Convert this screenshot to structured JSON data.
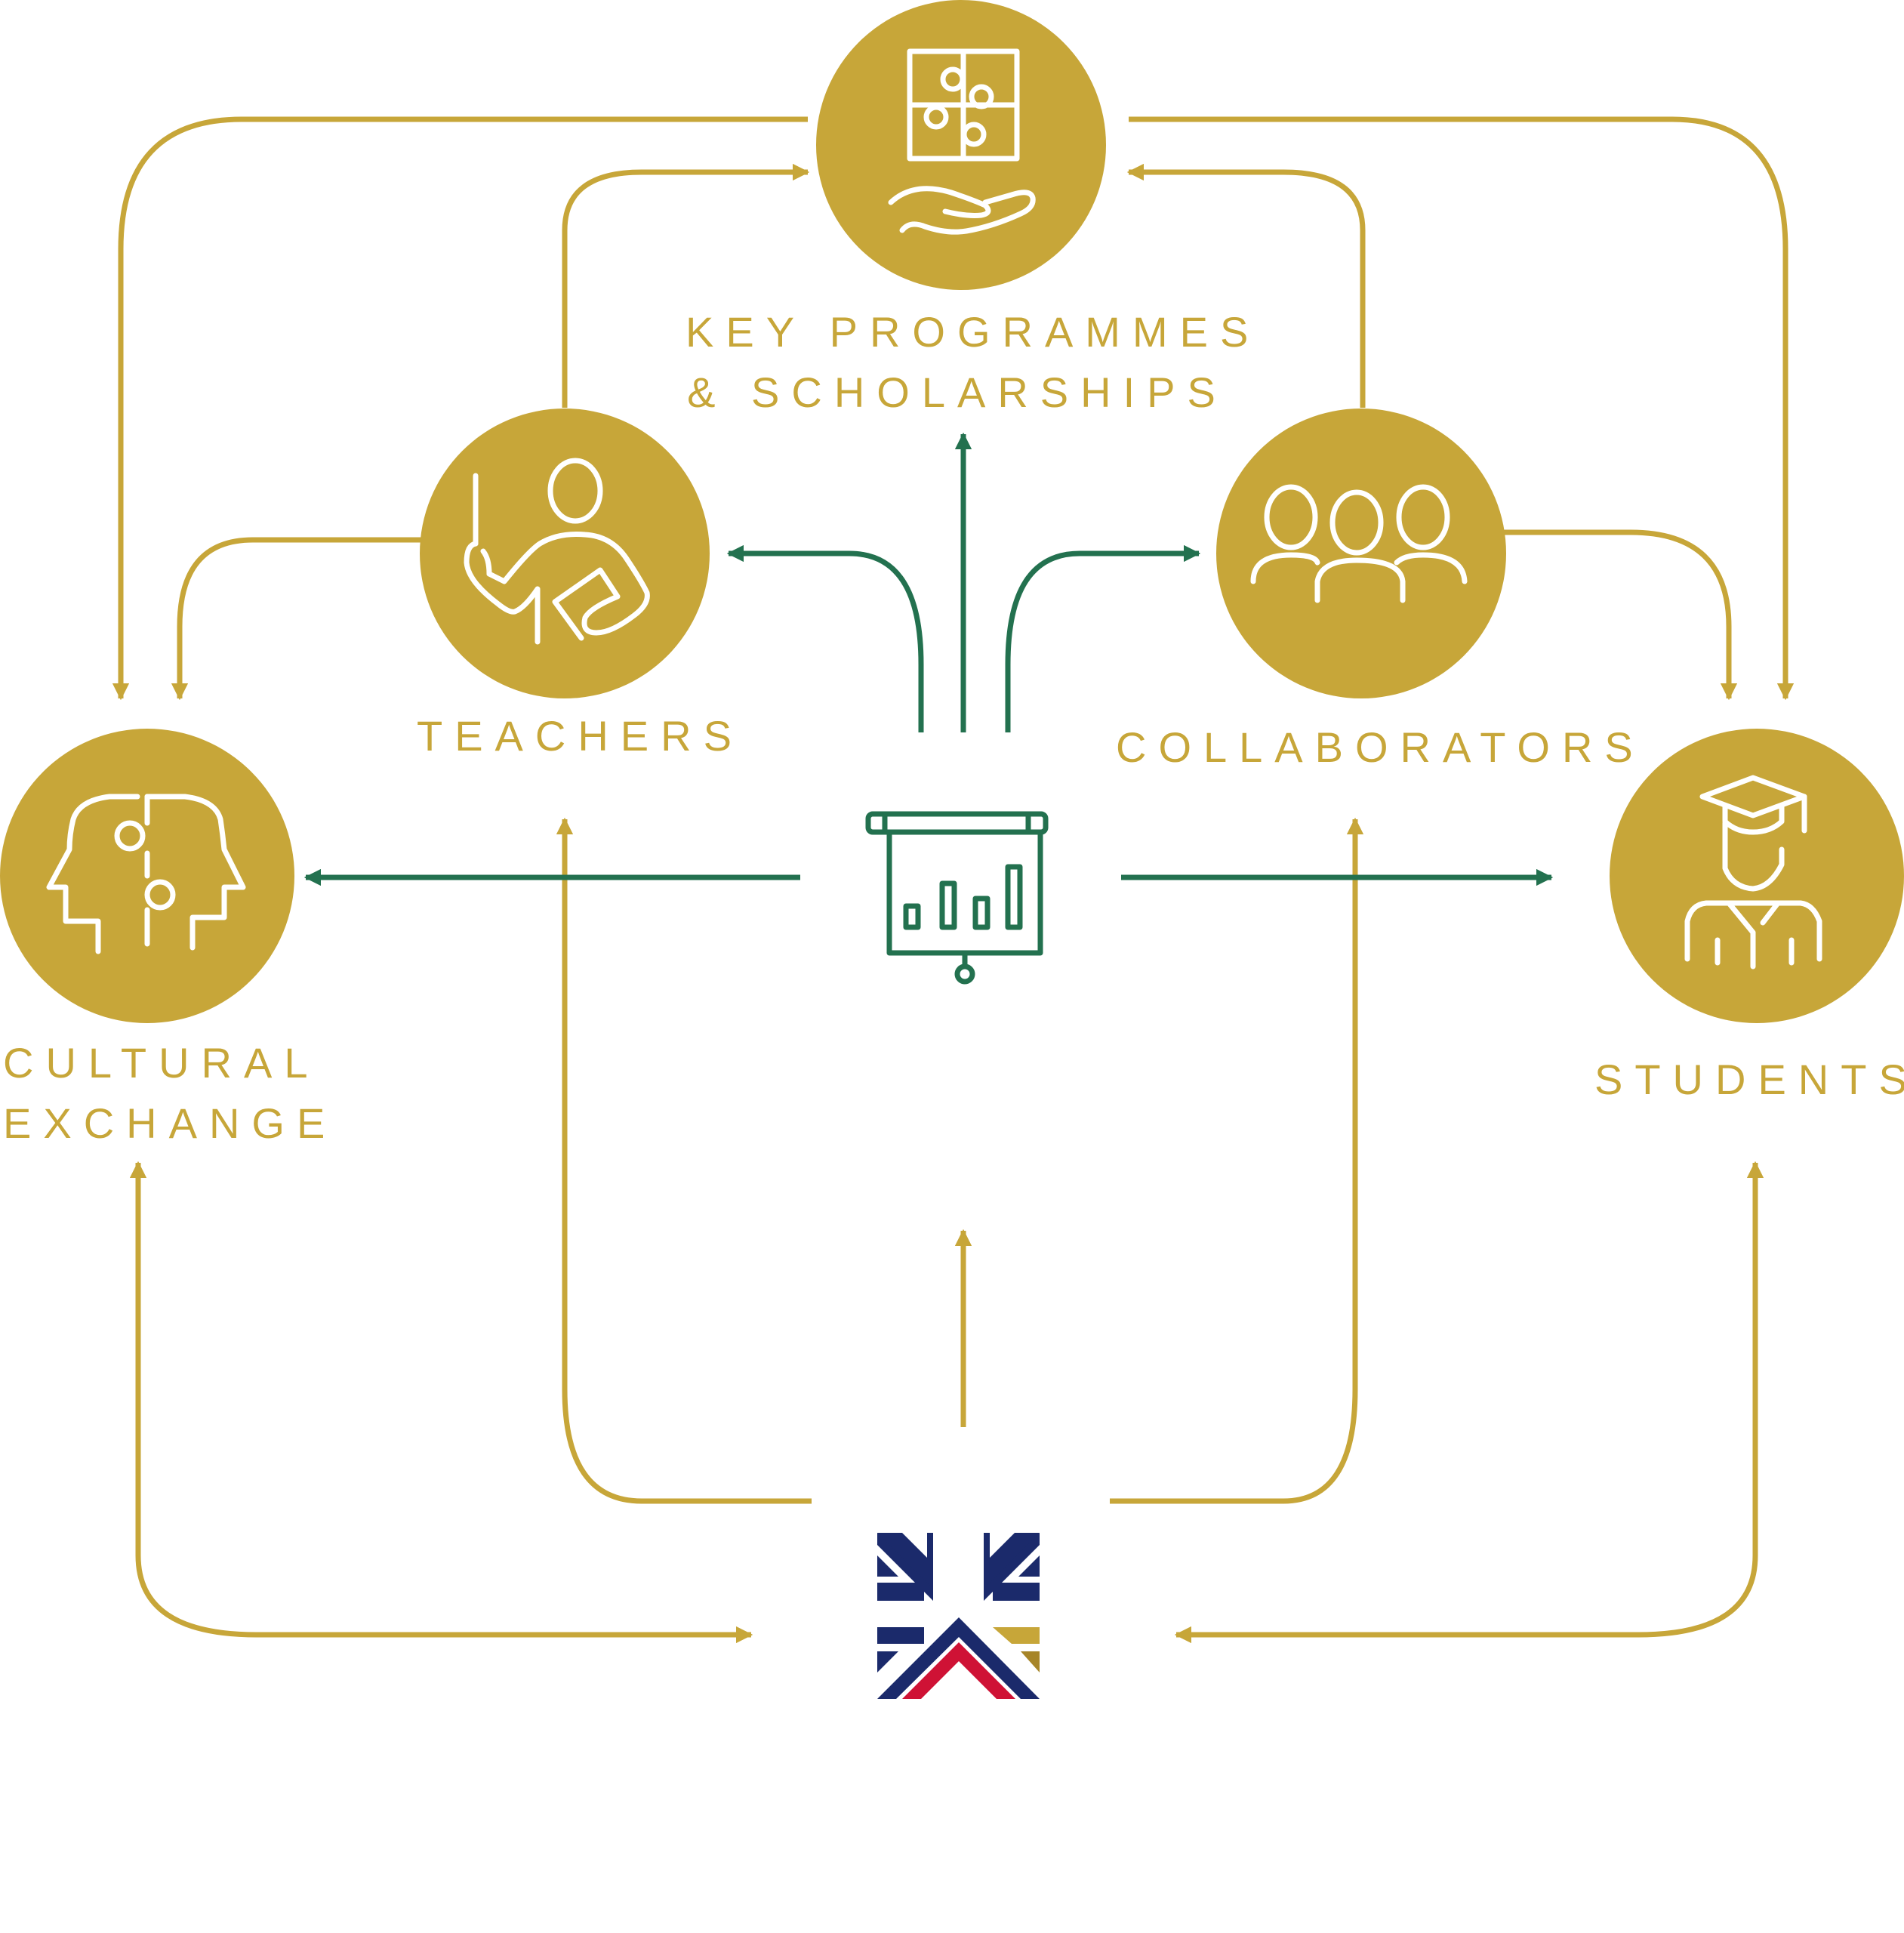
{
  "colors": {
    "gold": "#c7a639",
    "green": "#23714f",
    "navy": "#1b2a6b",
    "red": "#cf1235",
    "white": "#ffffff"
  },
  "nodes": {
    "key_programmes": {
      "line1": "KEY PROGRAMMES",
      "line2": "& SCHOLARSHIPS",
      "icon": "puzzle-hand-icon"
    },
    "teachers": {
      "label": "TEACHERS",
      "icon": "teacher-pointer-icon"
    },
    "collaborators": {
      "label": "COLLABORATORS",
      "icon": "group-people-icon"
    },
    "cultural_exchange": {
      "line1": "CULTURAL",
      "line2": "EXCHANGE",
      "icon": "heads-puzzle-icon"
    },
    "students": {
      "label": "STUDENTS",
      "icon": "graduate-icon"
    }
  },
  "center": {
    "icon": "presentation-board-icon"
  },
  "logo": {
    "icon": "british-council-logo-icon"
  }
}
